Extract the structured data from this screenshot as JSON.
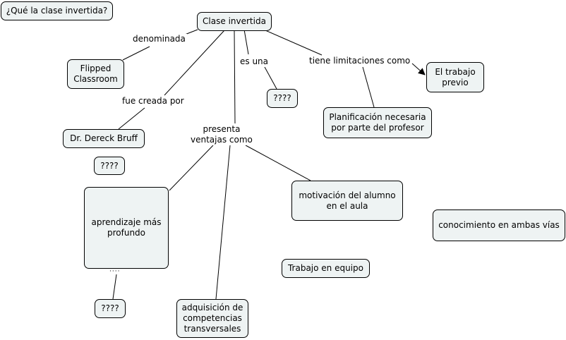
{
  "question": "¿Qué la clase invertida?",
  "nodes": {
    "clase_invertida": "Clase invertida",
    "flipped_classroom": "Flipped\nClassroom",
    "unknown_es_una": "????",
    "trabajo_previo": "El trabajo\nprevio",
    "planificacion": "Planificación necesaria\npor parte del  profesor",
    "dereck_bruff": "Dr. Dereck Bruff",
    "unknown_1": "????",
    "aprendizaje": "aprendizaje más\nprofundo",
    "unknown_2": "????",
    "motivacion": "motivación del alumno\nen el aula",
    "conocimiento": "conocimiento en ambas vías",
    "trabajo_equipo": "Trabajo en equipo",
    "adquisicion": "adquisición de\ncompetencias\ntransversales"
  },
  "links": {
    "denominada": "denominada",
    "es_una": "es una",
    "tiene_limitaciones": "tiene limitaciones como",
    "fue_creada_por": "fue creada por",
    "presenta_ventajas": "presenta\nventajas como"
  },
  "more_indicator": "····",
  "colors": {
    "node_fill": "#eef3f3",
    "border": "#000000",
    "background": "#ffffff"
  }
}
